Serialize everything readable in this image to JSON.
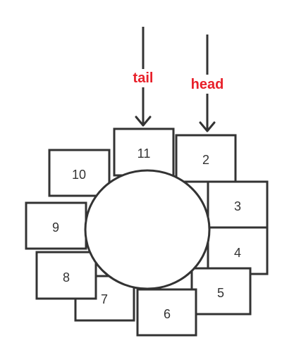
{
  "slots": [
    {
      "id": 2,
      "label": "2"
    },
    {
      "id": 3,
      "label": "3"
    },
    {
      "id": 4,
      "label": "4"
    },
    {
      "id": 5,
      "label": "5"
    },
    {
      "id": 6,
      "label": "6"
    },
    {
      "id": 7,
      "label": "7"
    },
    {
      "id": 8,
      "label": "8"
    },
    {
      "id": 9,
      "label": "9"
    },
    {
      "id": 10,
      "label": "10"
    },
    {
      "id": 11,
      "label": "11"
    }
  ],
  "pointers": {
    "tail": {
      "label": "tail",
      "target": "11",
      "color": "#e8202a"
    },
    "head": {
      "label": "head",
      "target": "2",
      "color": "#e8202a"
    }
  }
}
